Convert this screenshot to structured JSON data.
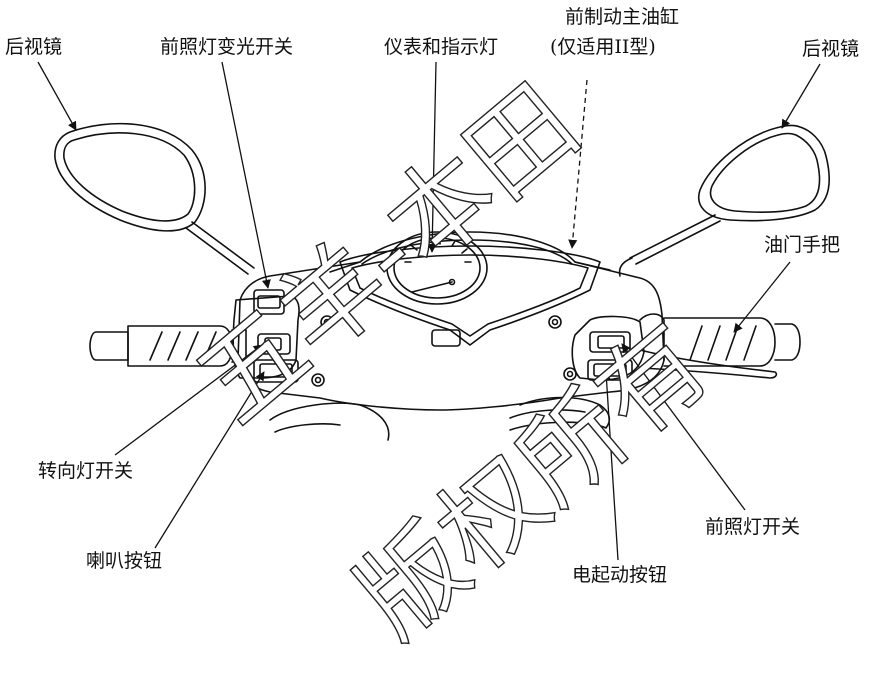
{
  "labels": {
    "mirror_left": "后视镜",
    "headlight_dimmer": "前照灯变光开关",
    "instruments": "仪表和指示灯",
    "master_cylinder_line1": "前制动主油缸",
    "master_cylinder_line2": "(仅适用II型)",
    "mirror_right": "后视镜",
    "throttle": "油门手把",
    "turn_signal": "转向灯开关",
    "horn": "喇叭按钮",
    "headlight_switch": "前照灯开关",
    "starter": "电起动按钮"
  },
  "watermark": {
    "line1": "五羊-本田",
    "line2": "版权所有"
  },
  "colors": {
    "line": "#111111",
    "background": "#ffffff",
    "watermark": "#1e1e1e"
  }
}
